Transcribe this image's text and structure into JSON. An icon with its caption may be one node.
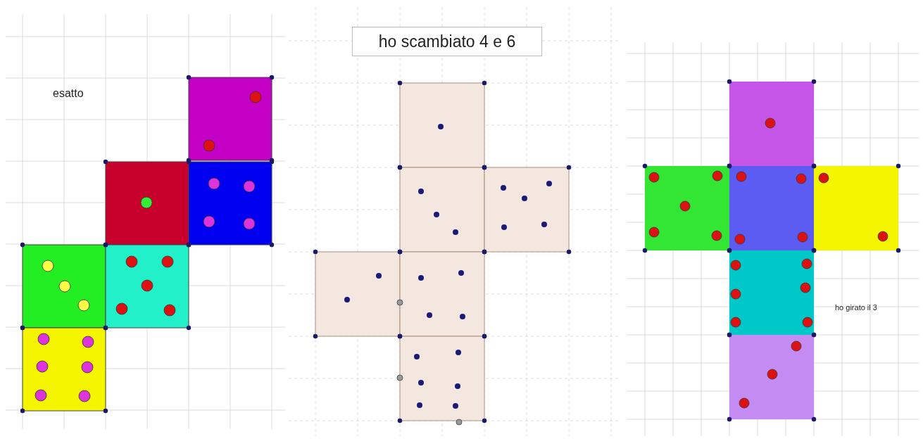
{
  "diagram": {
    "nodes": [
      {
        "text": [
          "ho scambiato 4 e 6"
        ]
      }
    ],
    "labels": [
      "esatto",
      "ho girato il 3"
    ]
  }
}
